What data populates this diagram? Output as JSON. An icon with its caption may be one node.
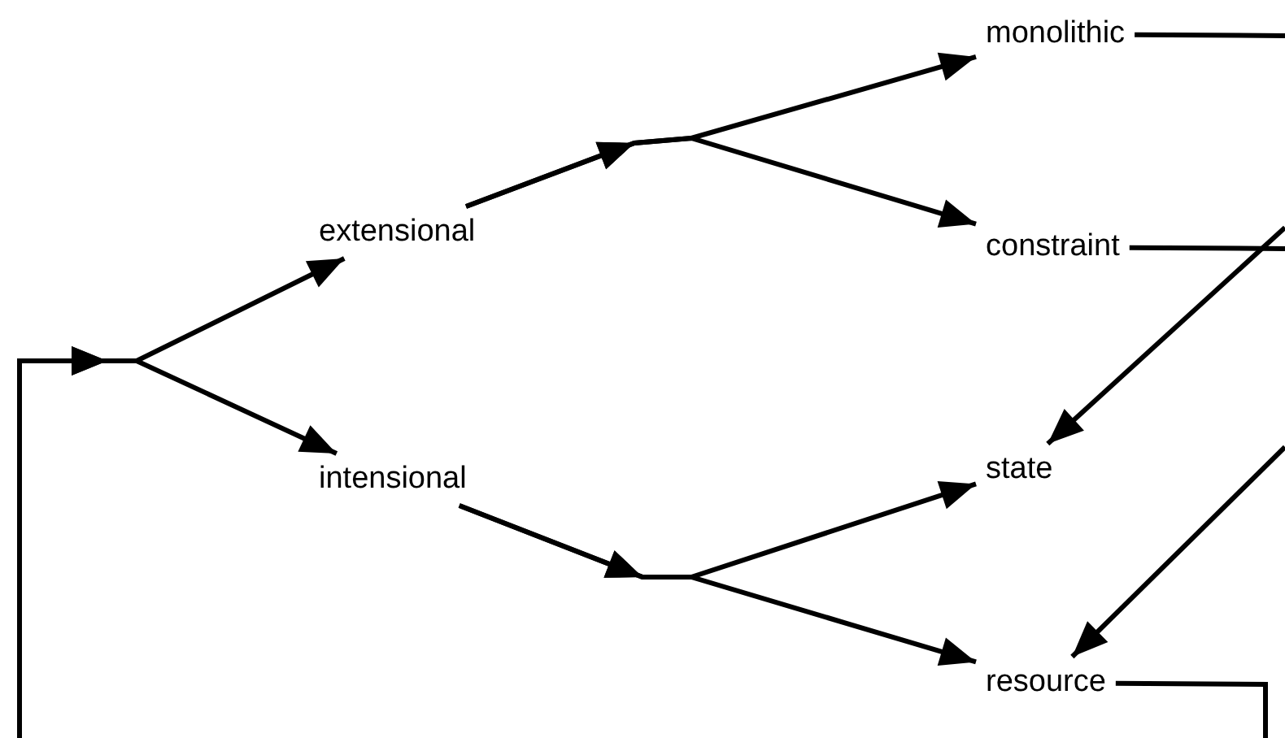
{
  "diagram": {
    "nodes": [
      {
        "text": [
          "extensional"
        ]
      },
      {
        "text": [
          "intensional"
        ]
      },
      {
        "text": [
          "monolithic"
        ]
      },
      {
        "text": [
          "constraint"
        ]
      },
      {
        "text": [
          "state"
        ]
      },
      {
        "text": [
          "resource"
        ]
      }
    ],
    "edges": [
      {
        "from": null,
        "to": 0,
        "arrow": "to"
      },
      {
        "from": null,
        "to": 1,
        "arrow": "to"
      },
      {
        "from": 0,
        "to": 2,
        "arrow": "to"
      },
      {
        "from": 0,
        "to": 3,
        "arrow": "to"
      },
      {
        "from": 1,
        "to": 4,
        "arrow": "to"
      },
      {
        "from": 1,
        "to": 5,
        "arrow": "to"
      },
      {
        "from": 2,
        "to": null,
        "arrow": "none"
      },
      {
        "from": 3,
        "to": null,
        "arrow": "none"
      },
      {
        "from": null,
        "to": 4,
        "arrow": "to"
      },
      {
        "from": null,
        "to": 5,
        "arrow": "to"
      },
      {
        "from": 5,
        "to": null,
        "arrow": "none"
      }
    ]
  }
}
